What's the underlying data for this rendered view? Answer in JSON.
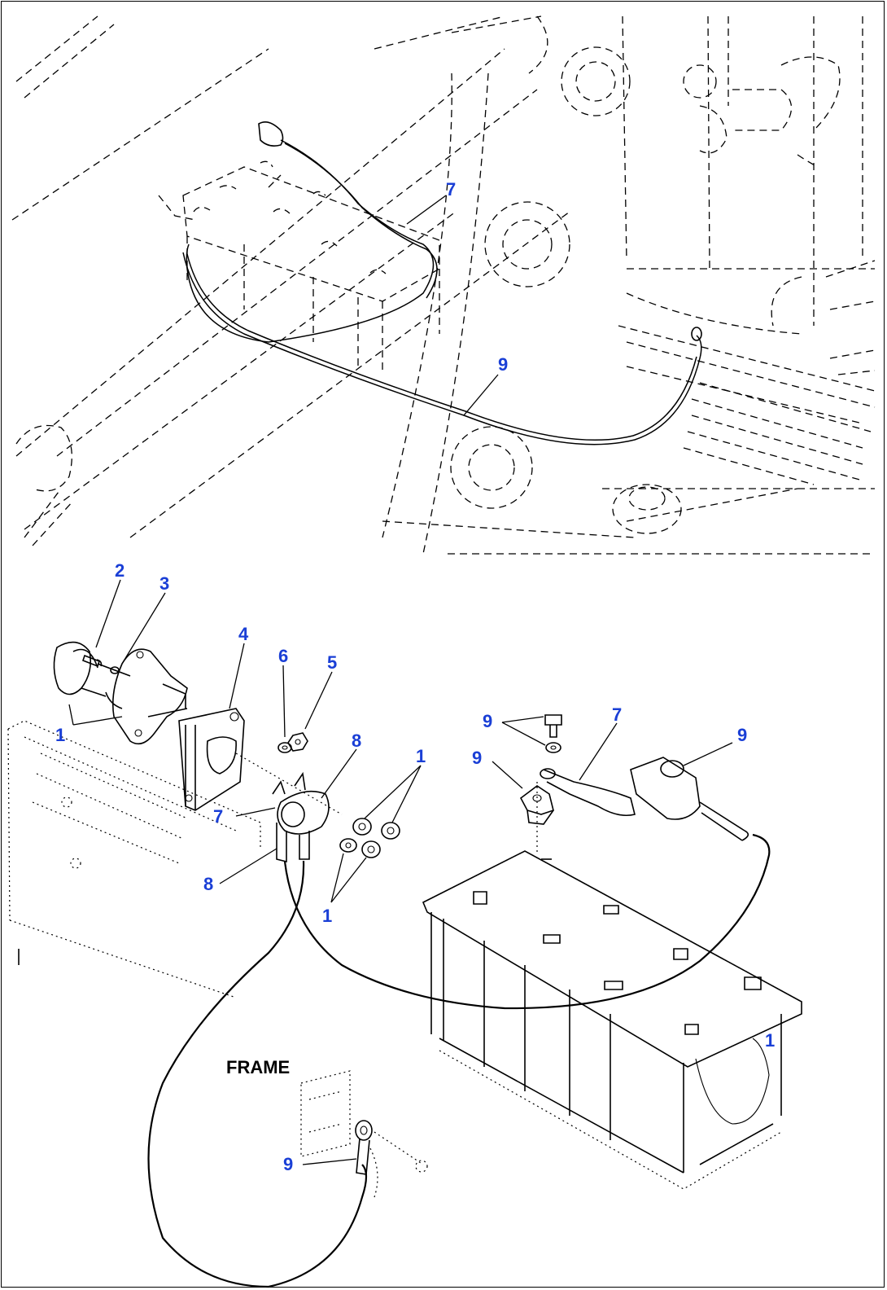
{
  "figure": {
    "caption_frame": "FRAME",
    "colors": {
      "callout_text": "#1a3fd6",
      "line_art": "#000000",
      "background": "#ffffff"
    }
  },
  "callouts": {
    "top_7": "7",
    "top_9": "9",
    "c2": "2",
    "c3": "3",
    "c4": "4",
    "c6": "6",
    "c5": "5",
    "c1_switch": "1",
    "c8_upper": "8",
    "c1_nuts": "1",
    "c7_left": "7",
    "c8_lower": "8",
    "c1_bottom": "1",
    "c9_bolt": "9",
    "c7_right": "7",
    "c9_terminal": "9",
    "c9_clamp": "9",
    "c1_battery": "1",
    "c9_frame": "9"
  }
}
